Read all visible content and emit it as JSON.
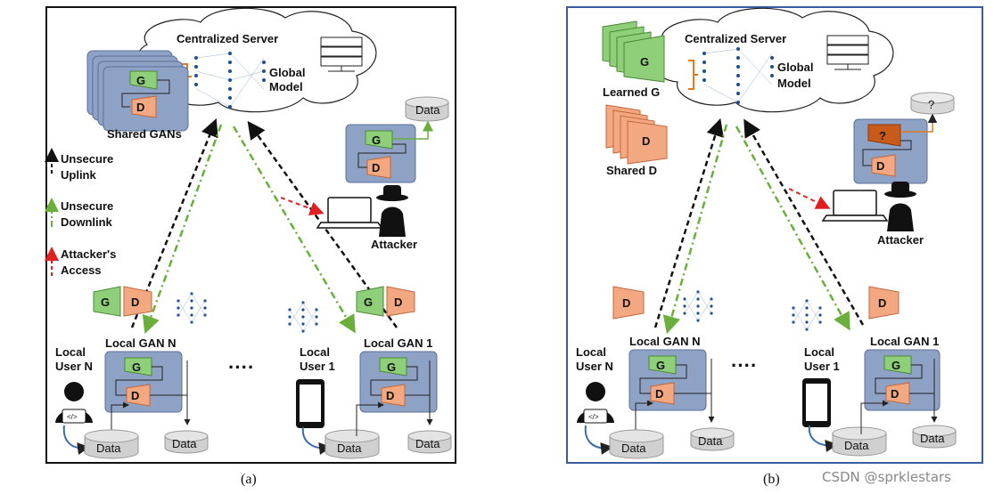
{
  "panel_a": {
    "server_label": "Centralized Server",
    "global_model": "Global\nModel",
    "shared_gans": "Shared GANs",
    "legend": {
      "uplink": "Unsecure\nUplink",
      "downlink": "Unsecure\nDownlink",
      "access": "Attacker's\nAccess"
    },
    "attacker": "Attacker",
    "data": "Data",
    "local_gan_n": "Local GAN N",
    "local_gan_1": "Local GAN 1",
    "local_user_n": "Local\nUser N",
    "local_user_1": "Local\nUser 1",
    "g": "G",
    "d": "D",
    "dots": "····",
    "caption": "(a)"
  },
  "panel_b": {
    "server_label": "Centralized Server",
    "global_model": "Global\nModel",
    "learned_g": "Learned G",
    "shared_d": "Shared D",
    "attacker": "Attacker",
    "unknown": "?",
    "data": "Data",
    "local_gan_n": "Local GAN N",
    "local_gan_1": "Local GAN 1",
    "local_user_n": "Local\nUser N",
    "local_user_1": "Local\nUser 1",
    "g": "G",
    "d": "D",
    "dots": "····",
    "caption": "(b)"
  },
  "watermark": "CSDN @sprklestars",
  "colors": {
    "gan_box": "#8ea2c6",
    "g_green": "#8fcf7a",
    "d_orange": "#f4a882",
    "uplink_black": "#111111",
    "downlink_green": "#6aae3c",
    "attacker_red": "#e02020",
    "panel_b_border": "#3b5ba8",
    "bracket_orange": "#e07b22",
    "unknown_g": "#c85a1a"
  }
}
